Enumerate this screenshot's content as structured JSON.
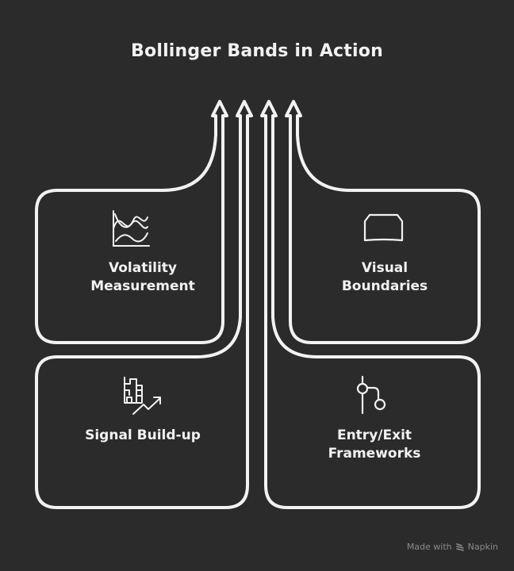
{
  "title": "Bollinger Bands in Action",
  "cards": [
    {
      "id": "volatility",
      "label_line1": "Volatility",
      "label_line2": "Measurement",
      "icon": "line-chart-icon"
    },
    {
      "id": "visual",
      "label_line1": "Visual",
      "label_line2": "Boundaries",
      "icon": "rectangle-frame-icon"
    },
    {
      "id": "signal",
      "label_line1": "Signal Build-up",
      "label_line2": "",
      "icon": "building-growth-icon"
    },
    {
      "id": "entry",
      "label_line1": "Entry/Exit",
      "label_line2": "Frameworks",
      "icon": "git-branch-icon"
    }
  ],
  "footer": {
    "made_with": "Made with",
    "brand": "Napkin"
  },
  "colors": {
    "background": "#2b2b2b",
    "stroke": "#f2f2f2",
    "footer": "#8a8a8a"
  }
}
